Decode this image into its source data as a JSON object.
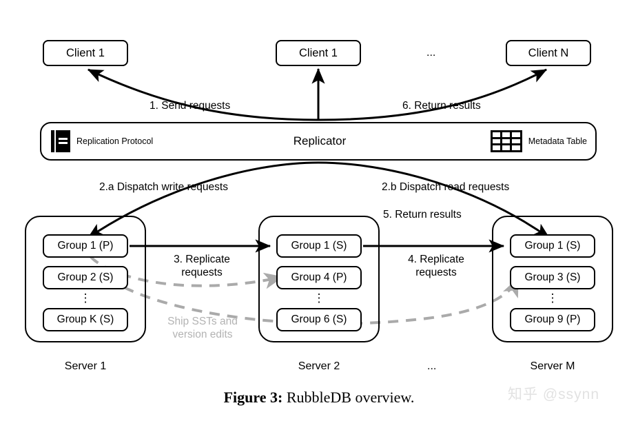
{
  "figure": {
    "label": "Figure 3:",
    "caption": " RubbleDB overview."
  },
  "watermark": {
    "text": "知乎 @ssynn"
  },
  "clients": {
    "ellipsis": "...",
    "items": [
      {
        "label": "Client 1"
      },
      {
        "label": "Client 1"
      },
      {
        "label": "Client N"
      }
    ]
  },
  "replicator": {
    "title": "Replicator",
    "left_icon": {
      "name": "book-icon",
      "label": "Replication Protocol"
    },
    "right_icon": {
      "name": "table-grid-icon",
      "label": "Metadata Table"
    }
  },
  "edges": {
    "send_requests": "1. Send requests",
    "return_results_clients": "6. Return results",
    "dispatch_write": "2.a Dispatch write requests",
    "dispatch_read": "2.b Dispatch read requests",
    "return_results_servers": "5. Return results",
    "replicate_3_line1": "3. Replicate",
    "replicate_3_line2": "requests",
    "replicate_4_line1": "4. Replicate",
    "replicate_4_line2": "requests",
    "ship_ssts_line1": "Ship SSTs and",
    "ship_ssts_line2": "version edits"
  },
  "servers": {
    "ellipsis": "...",
    "items": [
      {
        "caption": "Server 1",
        "groups": [
          {
            "label": "Group 1 (P)"
          },
          {
            "label": "Group 2 (S)"
          },
          {
            "label": "Group K (S)"
          }
        ]
      },
      {
        "caption": "Server 2",
        "groups": [
          {
            "label": "Group 1 (S)"
          },
          {
            "label": "Group 4 (P)"
          },
          {
            "label": "Group 6 (S)"
          }
        ]
      },
      {
        "caption": "Server M",
        "groups": [
          {
            "label": "Group 1 (S)"
          },
          {
            "label": "Group 3 (S)"
          },
          {
            "label": "Group 9 (P)"
          }
        ]
      }
    ]
  },
  "colors": {
    "stroke": "#000000",
    "dashed_stroke": "#aaaaaa",
    "background": "#ffffff"
  }
}
